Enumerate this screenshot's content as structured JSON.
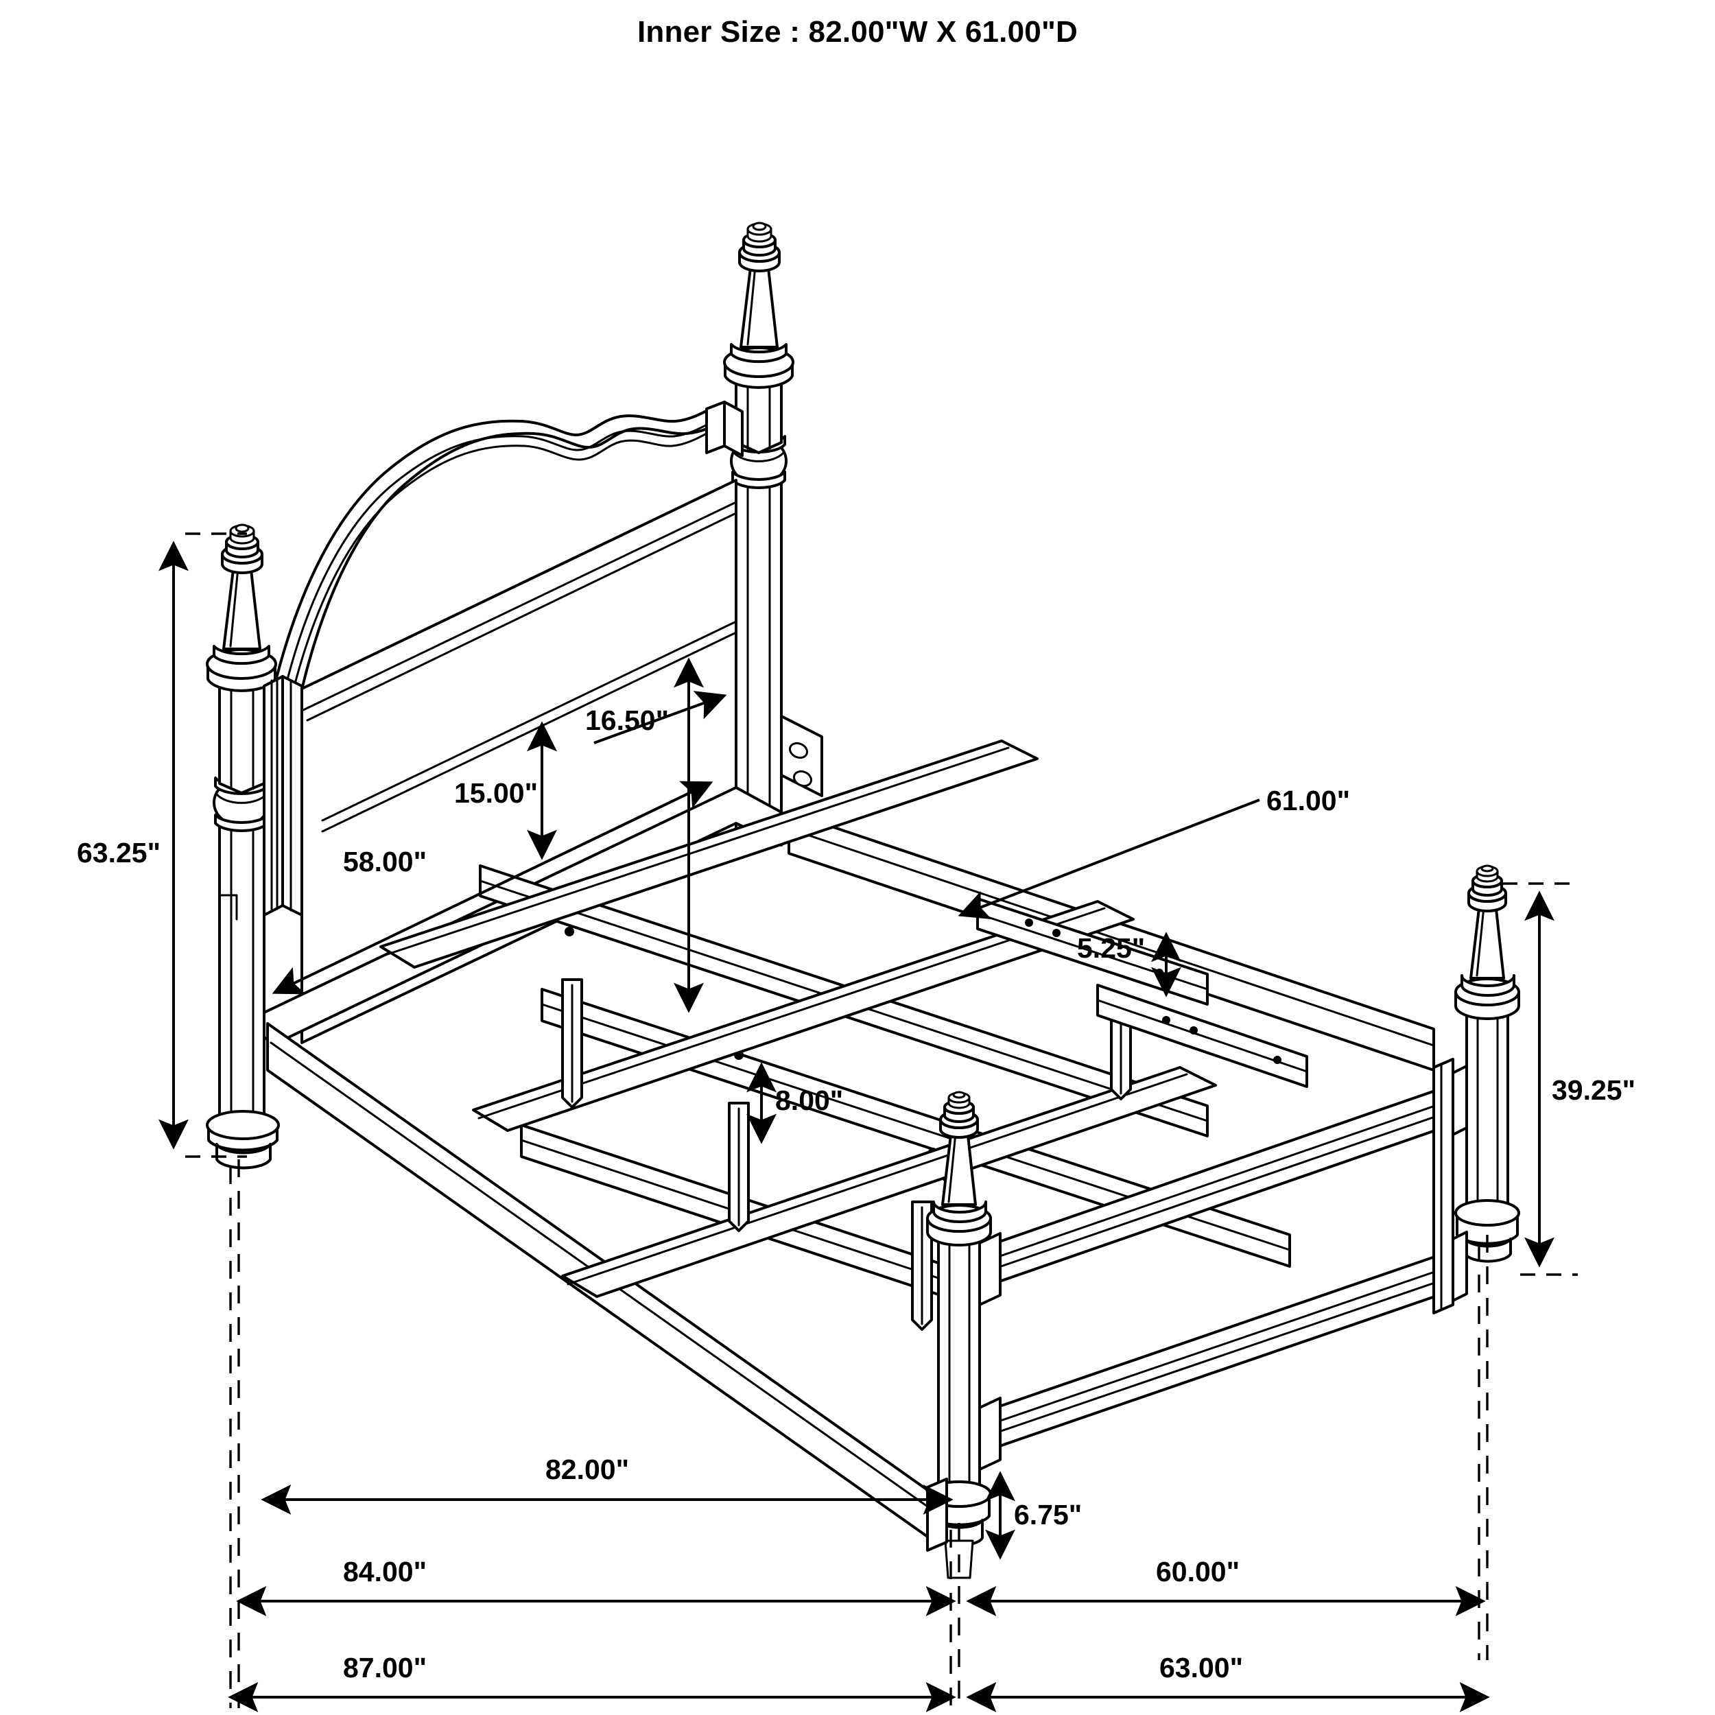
{
  "title": "Inner Size : 82.00\"W X 61.00\"D",
  "product": {
    "type": "bed-assembly-dimension-drawing",
    "view": "isometric"
  },
  "dimensions": {
    "headboard_height": "63.25\"",
    "footboard_height": "39.25\"",
    "headboard_panel_width": "58.00\"",
    "panel_gap": "16.50\"",
    "panel_height": "15.00\"",
    "inner_depth": "61.00\"",
    "rail_offset": "5.25\"",
    "slat_leg_height": "8.00\"",
    "inner_width": "82.00\"",
    "footboard_clearance": "6.75\"",
    "overall_width_upper": "84.00\"",
    "overall_depth_upper": "60.00\"",
    "overall_width_lower": "87.00\"",
    "overall_depth_lower": "63.00\""
  },
  "labels": {
    "d_63_25": "63.25\"",
    "d_16_50": "16.50\"",
    "d_15_00": "15.00\"",
    "d_58_00": "58.00\"",
    "d_61_00": "61.00\"",
    "d_5_25": "5.25\"",
    "d_39_25": "39.25\"",
    "d_8_00": "8.00\"",
    "d_82_00": "82.00\"",
    "d_6_75": "6.75\"",
    "d_84_00": "84.00\"",
    "d_60_00": "60.00\"",
    "d_87_00": "87.00\"",
    "d_63_00": "63.00\""
  },
  "colors": {
    "ink": "#000000",
    "paper": "#ffffff"
  }
}
